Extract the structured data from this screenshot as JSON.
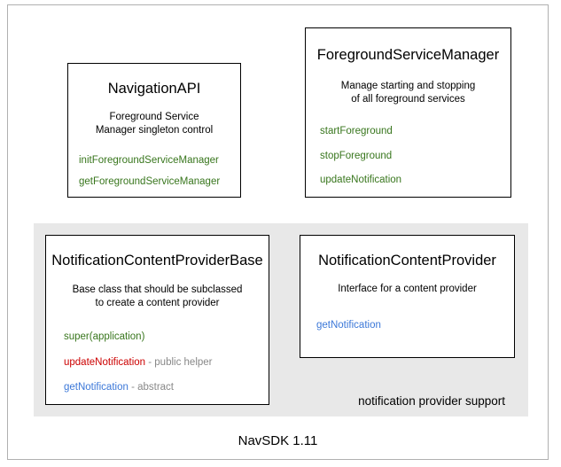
{
  "diagram": {
    "title": "NavSDK 1.11",
    "footer_caption": "NavSDK 1.11",
    "colors": {
      "method_green": "#38761d",
      "method_red": "#cc0000",
      "method_blue": "#3c78d8",
      "note_gray": "#888888",
      "panel_gray": "#e8e8e8",
      "box_border": "#000000",
      "frame_border": "#b0b0b0"
    },
    "group_panel": {
      "label": "notification provider support"
    },
    "boxes": [
      {
        "id": "navigation-api",
        "title": "NavigationAPI",
        "description": "Foreground Service\nManager singleton control",
        "description_lines": [
          "Foreground Service",
          "Manager singleton control"
        ],
        "members": [
          {
            "name": "initForegroundServiceManager",
            "note": "",
            "color": "#38761d"
          },
          {
            "name": "getForegroundServiceManager",
            "note": "",
            "color": "#38761d"
          }
        ]
      },
      {
        "id": "foreground-service-manager",
        "title": "ForegroundServiceManager",
        "description": "Manage starting and stopping\nof all foreground services",
        "description_lines": [
          "Manage starting and stopping",
          "of all foreground services"
        ],
        "members": [
          {
            "name": "startForeground",
            "note": "",
            "color": "#38761d"
          },
          {
            "name": "stopForeground",
            "note": "",
            "color": "#38761d"
          },
          {
            "name": "updateNotification",
            "note": "",
            "color": "#38761d"
          }
        ]
      },
      {
        "id": "notification-content-provider-base",
        "title": "NotificationContentProviderBase",
        "description": "Base class that should be subclassed\nto create a content provider",
        "description_lines": [
          "Base class that should be subclassed",
          "to create a content provider"
        ],
        "members": [
          {
            "name": "super(application)",
            "note": "",
            "color": "#38761d"
          },
          {
            "name": "updateNotification",
            "note": " - public helper",
            "color": "#cc0000"
          },
          {
            "name": "getNotification",
            "note": " - abstract",
            "color": "#3c78d8"
          }
        ]
      },
      {
        "id": "notification-content-provider",
        "title": "NotificationContentProvider",
        "description": "Interface for a content provider",
        "description_lines": [
          "Interface for a content provider"
        ],
        "members": [
          {
            "name": "getNotification",
            "note": "",
            "color": "#3c78d8"
          }
        ]
      }
    ]
  }
}
